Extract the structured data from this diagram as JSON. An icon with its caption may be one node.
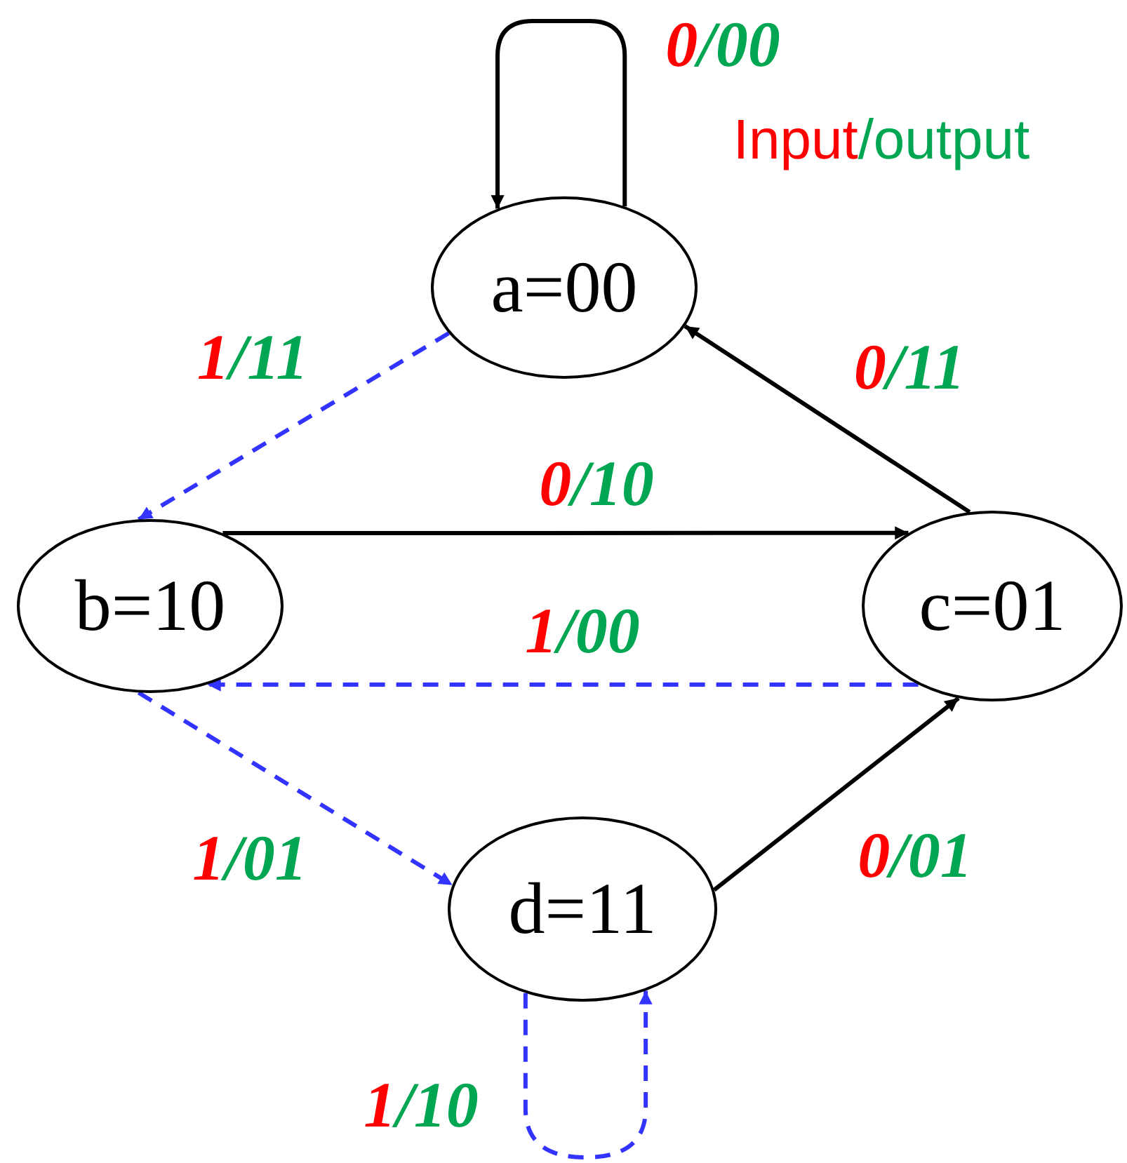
{
  "diagram": {
    "nodes": [
      {
        "text": [
          "a=00"
        ]
      },
      {
        "text": [
          "b=10"
        ]
      },
      {
        "text": [
          "c=01"
        ]
      },
      {
        "text": [
          "d=11"
        ]
      }
    ],
    "edges": [
      {
        "from": 0,
        "to": 0,
        "arrow": "to",
        "label": "0/00"
      },
      {
        "from": 0,
        "to": 1,
        "arrow": "to",
        "label": "1/11",
        "style": "dashed",
        "color": "#3333ff"
      },
      {
        "from": 1,
        "to": 2,
        "arrow": "to",
        "label": "0/10"
      },
      {
        "from": 2,
        "to": 0,
        "arrow": "to",
        "label": "0/11"
      },
      {
        "from": 2,
        "to": 1,
        "arrow": "to",
        "label": "1/00",
        "style": "dashed",
        "color": "#3333ff"
      },
      {
        "from": 1,
        "to": 3,
        "arrow": "to",
        "label": "1/01",
        "style": "dashed",
        "color": "#3333ff"
      },
      {
        "from": 3,
        "to": 2,
        "arrow": "to",
        "label": "0/01"
      },
      {
        "from": 3,
        "to": 3,
        "arrow": "to",
        "label": "1/10",
        "style": "dashed",
        "color": "#3333ff"
      }
    ],
    "labels": [
      "Input/output"
    ]
  }
}
